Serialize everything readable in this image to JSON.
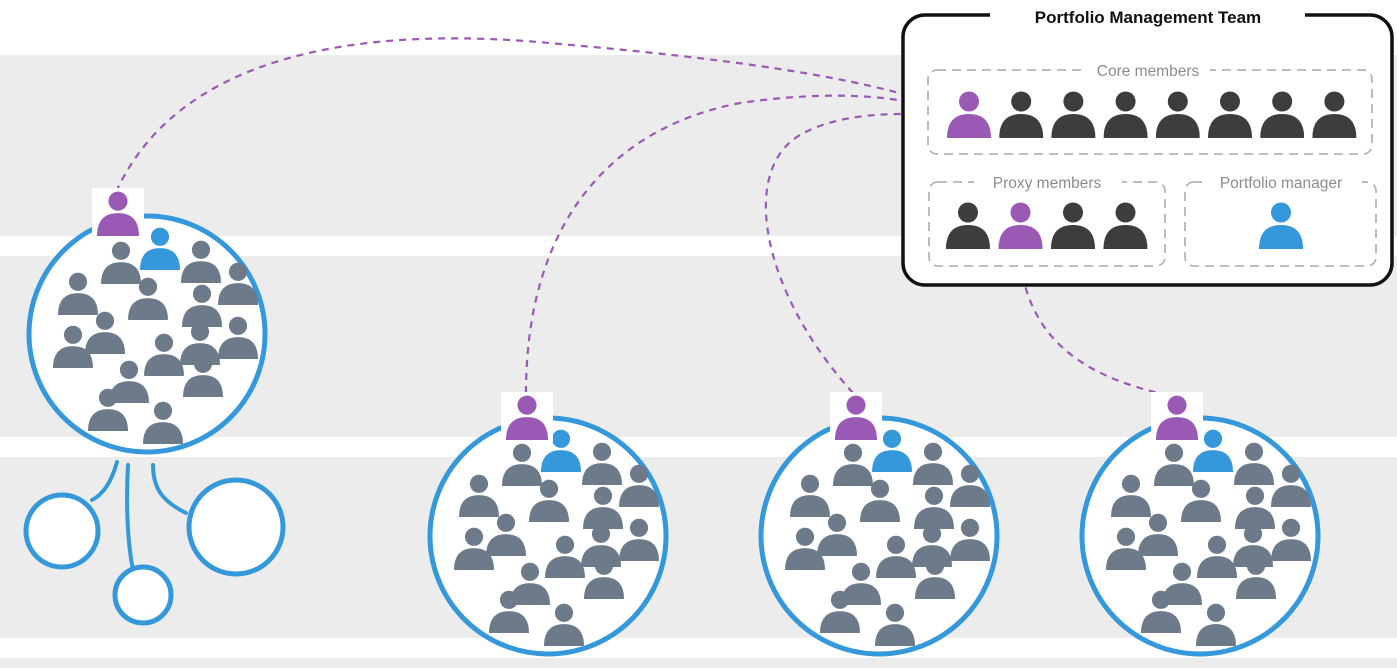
{
  "team_box": {
    "title": "Portfolio Management Team",
    "core_label": "Core members",
    "proxy_label": "Proxy members",
    "manager_label": "Portfolio manager"
  },
  "colors": {
    "purple": "#9b59b6",
    "blue": "#3498db",
    "dark": "#3d3d3d",
    "slate": "#6c7a89",
    "band": "#ececed",
    "group_border": "#b5b5b5"
  },
  "core_members": [
    "purple",
    "dark",
    "dark",
    "dark",
    "dark",
    "dark",
    "dark",
    "dark"
  ],
  "proxy_members": [
    "dark",
    "purple",
    "dark",
    "dark"
  ],
  "portfolio_manager": [
    "blue"
  ],
  "icons": {
    "person": "person-icon",
    "link": "dashed-connector"
  }
}
